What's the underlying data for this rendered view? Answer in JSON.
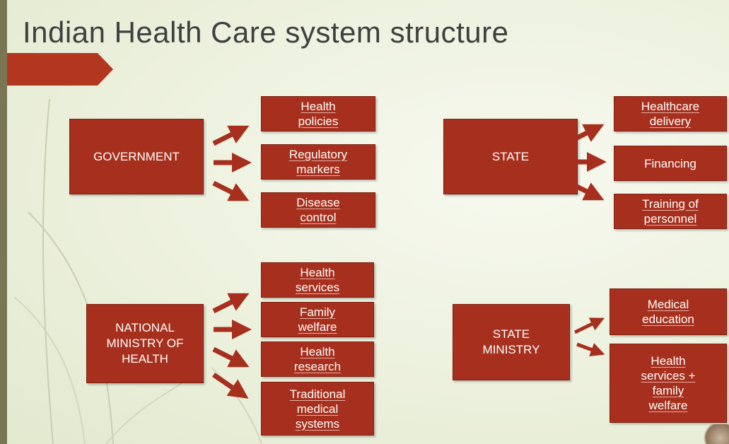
{
  "title": "Indian Health Care system structure",
  "colors": {
    "box": "#a6301d",
    "text": "#ffffff",
    "title": "#3f3f3f",
    "background": "#eef2e0"
  },
  "government": {
    "label": "GOVERNMENT",
    "items": [
      "Health\npolicies",
      "Regulatory\nmarkers",
      "Disease\ncontrol"
    ]
  },
  "state": {
    "label": "STATE",
    "items": [
      "Healthcare\ndelivery",
      "Financing",
      "Training of\npersonnel"
    ]
  },
  "national_ministry": {
    "label": "NATIONAL\nMINISTRY OF\nHEALTH",
    "items": [
      "Health\nservices",
      "Family\nwelfare",
      "Health\nresearch",
      "Traditional\nmedical\nsystems"
    ]
  },
  "state_ministry": {
    "label": "STATE\nMINISTRY",
    "items": [
      "Medical\neducation",
      "Health\nservices +\nfamily\nwelfare"
    ]
  }
}
